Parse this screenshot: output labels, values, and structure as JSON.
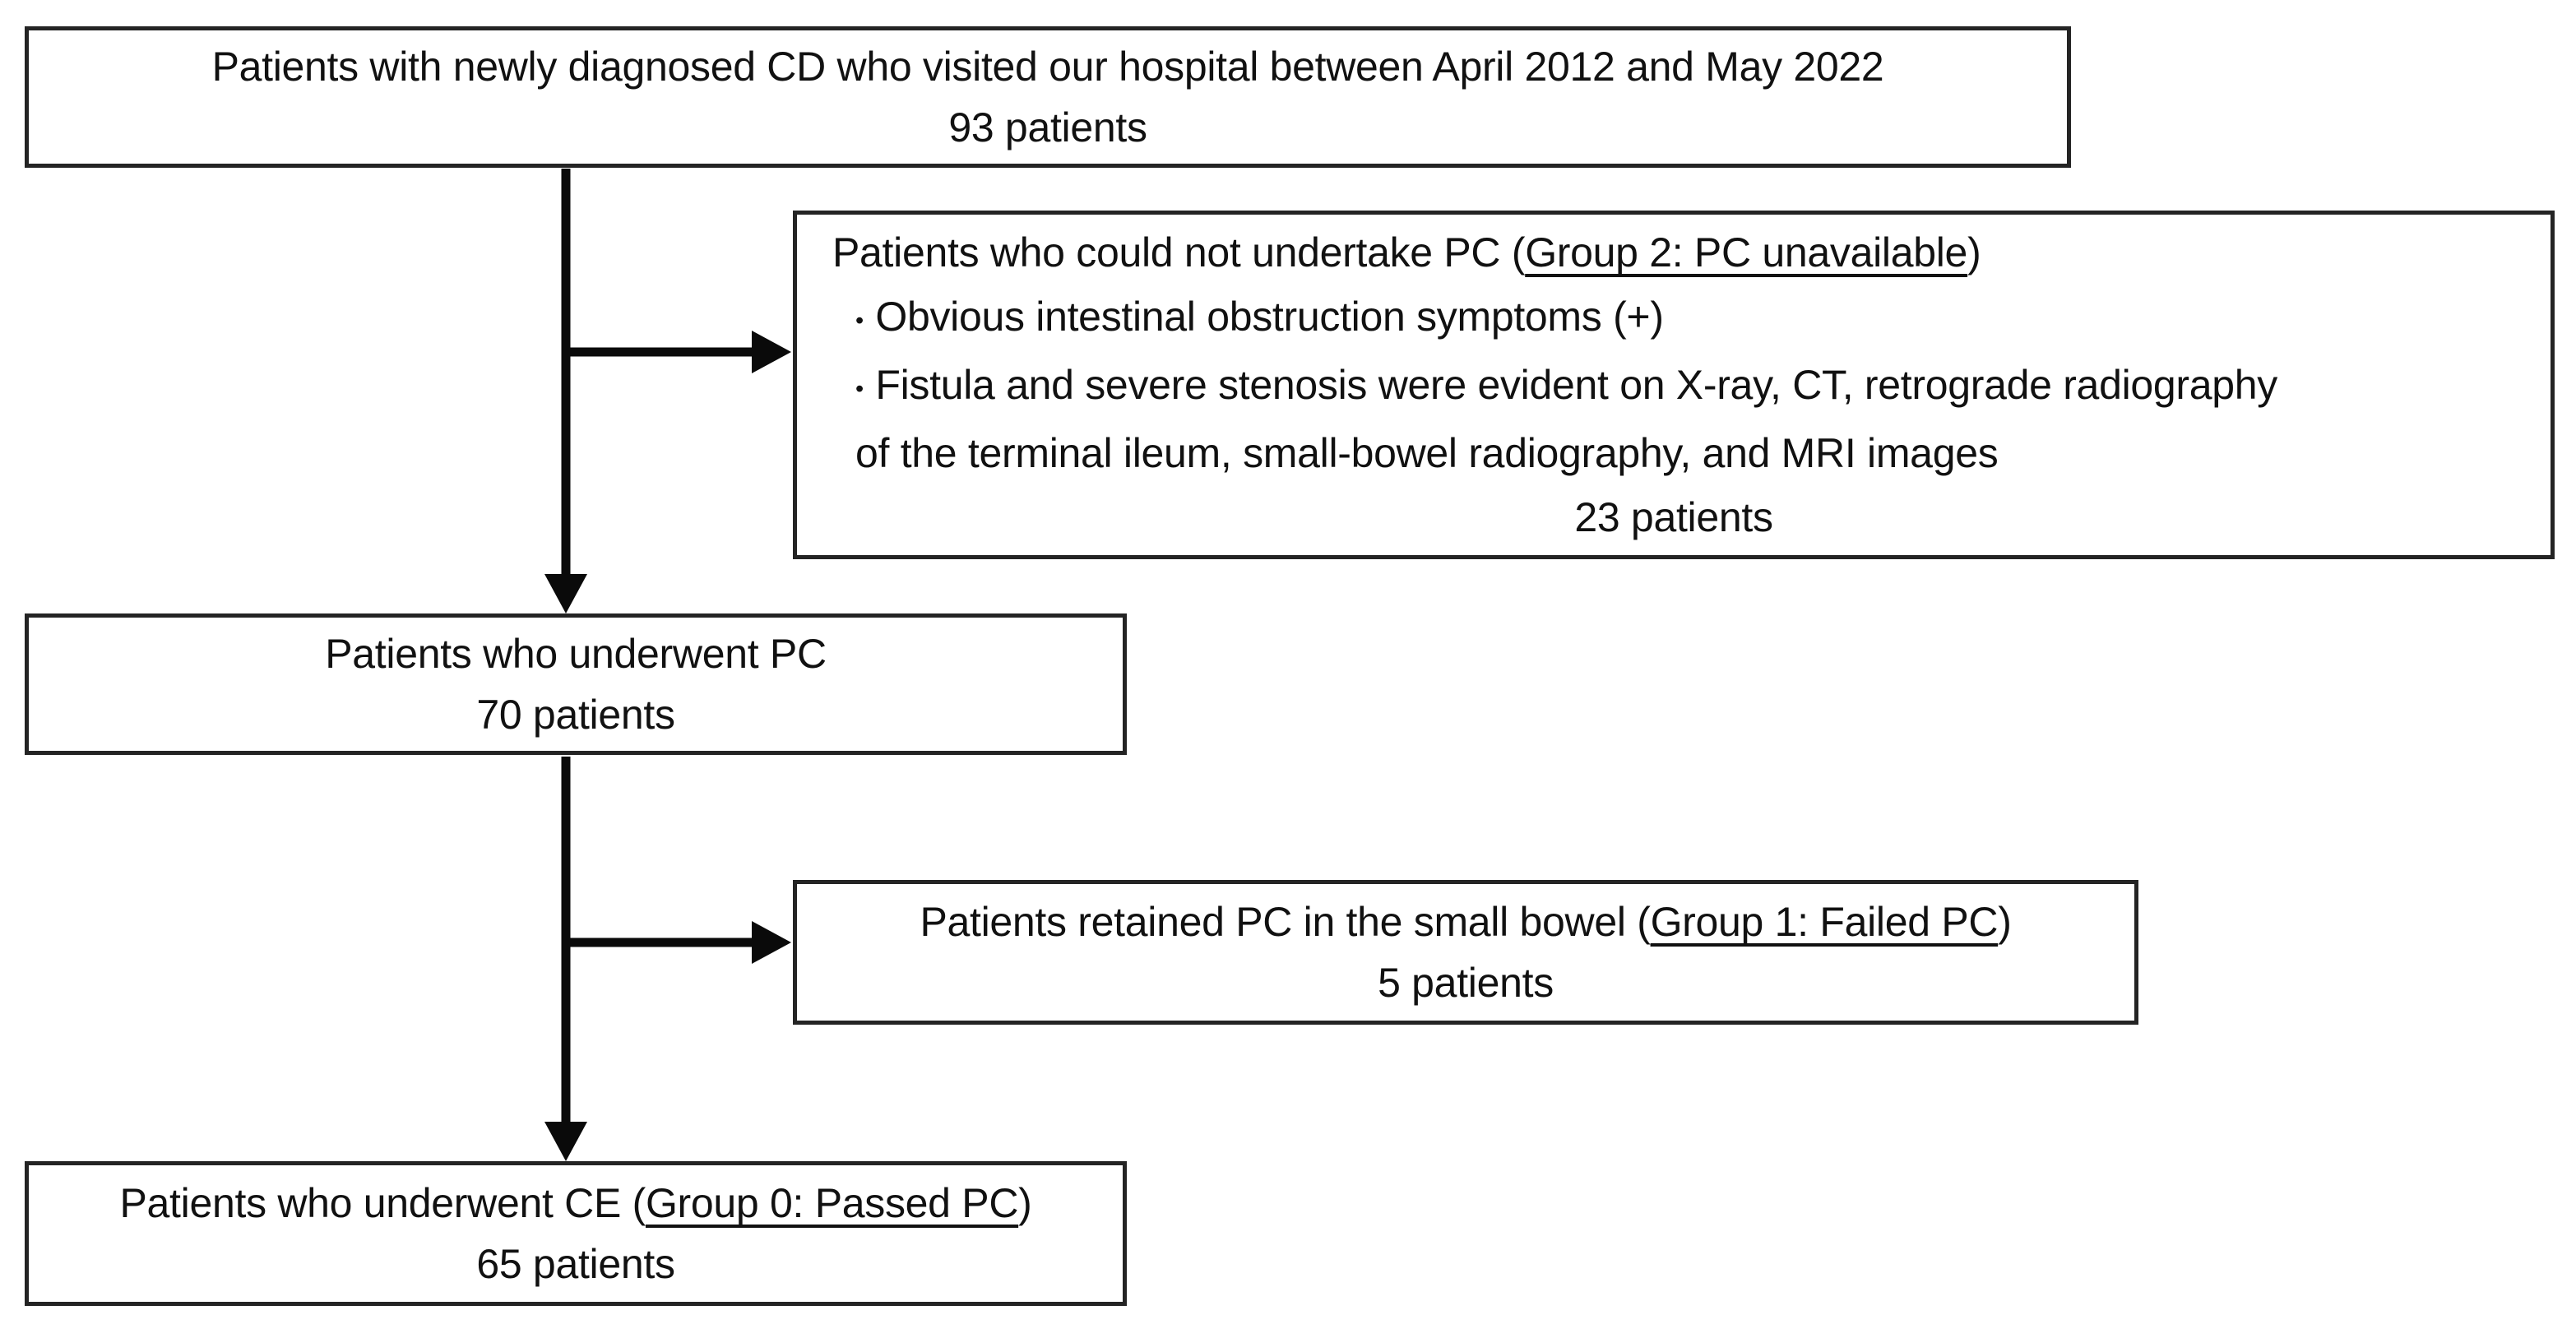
{
  "style": {
    "background": "#ffffff",
    "border_color": "#242424",
    "text_color": "#111111",
    "arrow_color": "#0a0a0a"
  },
  "flowchart": {
    "enrolled_box": {
      "text": "Patients with newly diagnosed CD who visited our hospital between April 2012 and May 2022",
      "count": "93 patients"
    },
    "group2_box": {
      "title_pre": "Patients who could not undertake PC (",
      "title_underline": "Group 2: PC unavailable",
      "title_post": ")",
      "bullet_char": "•",
      "bullet1": "Obvious intestinal obstruction symptoms (+)",
      "bullet2": "Fistula and severe stenosis were evident on X-ray, CT, retrograde radiography",
      "bullet2_continuation": "of the terminal ileum, small-bowel radiography, and MRI images",
      "count": "23 patients"
    },
    "pc_box": {
      "text": "Patients who underwent PC",
      "count": "70 patients"
    },
    "group1_box": {
      "title_pre": "Patients retained PC in the small bowel (",
      "title_underline": "Group 1: Failed PC",
      "title_post": ")",
      "count": "5 patients"
    },
    "group0_box": {
      "title_pre": "Patients who underwent CE (",
      "title_underline": "Group 0: Passed PC",
      "title_post": ")",
      "count": "65 patients"
    }
  }
}
